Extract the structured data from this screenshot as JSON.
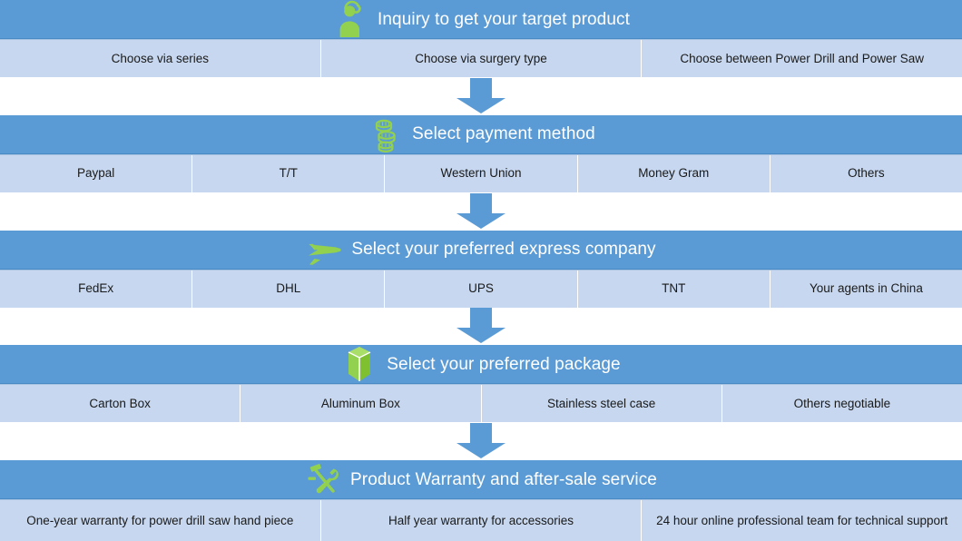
{
  "colors": {
    "header_blue": "#5b9bd5",
    "options_blue": "#c6d7ef",
    "icon_green": "#92d050",
    "arrow_blue": "#5b9bd5",
    "text_dark": "#1a1a1a",
    "title_white": "#ffffff"
  },
  "stages": [
    {
      "id": "inquiry",
      "icon": "headset-person-icon",
      "title": "Inquiry to get your target product",
      "options": [
        "Choose via series",
        "Choose via surgery type",
        "Choose  between Power Drill and Power Saw"
      ]
    },
    {
      "id": "payment",
      "icon": "coins-icon",
      "title": "Select payment method",
      "options": [
        "Paypal",
        "T/T",
        "Western Union",
        "Money Gram",
        "Others"
      ]
    },
    {
      "id": "express",
      "icon": "airplane-icon",
      "title": "Select your preferred express company",
      "options": [
        "FedEx",
        "DHL",
        "UPS",
        "TNT",
        "Your agents in China"
      ]
    },
    {
      "id": "package",
      "icon": "box-icon",
      "title": "Select your preferred package",
      "options": [
        "Carton Box",
        "Aluminum Box",
        "Stainless steel case",
        "Others negotiable"
      ]
    },
    {
      "id": "warranty",
      "icon": "hammer-wrench-icon",
      "title": "Product Warranty and after-sale service",
      "options": [
        "One-year warranty for power drill saw hand piece",
        "Half year warranty for accessories",
        "24 hour online professional team for technical support"
      ]
    }
  ],
  "connectors": [
    {
      "icon": "arrow-down-icon"
    },
    {
      "icon": "arrow-down-icon"
    },
    {
      "icon": "arrow-down-icon"
    },
    {
      "icon": "arrow-down-icon"
    }
  ]
}
